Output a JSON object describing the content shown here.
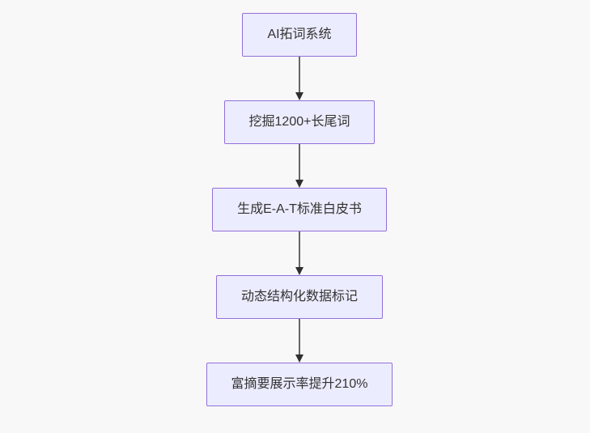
{
  "diagram": {
    "type": "flowchart",
    "direction": "top-down",
    "colors": {
      "background": "#f8f8f8",
      "node_fill": "#ECECFF",
      "node_border": "#9370DB",
      "text_color": "#333333",
      "edge_line": "#666666",
      "arrowhead": "#2f2f2f"
    },
    "nodes": [
      {
        "id": "step-1",
        "label": "AI拓词系统"
      },
      {
        "id": "step-2",
        "label": "挖掘1200+长尾词"
      },
      {
        "id": "step-3",
        "label": "生成E-A-T标准白皮书"
      },
      {
        "id": "step-4",
        "label": "动态结构化数据标记"
      },
      {
        "id": "step-5",
        "label": "富摘要展示率提升210%"
      }
    ],
    "edges": [
      {
        "from": "step-1",
        "to": "step-2",
        "style": "arrow-down"
      },
      {
        "from": "step-2",
        "to": "step-3",
        "style": "arrow-down"
      },
      {
        "from": "step-3",
        "to": "step-4",
        "style": "arrow-down"
      },
      {
        "from": "step-4",
        "to": "step-5",
        "style": "arrow-down"
      }
    ]
  }
}
